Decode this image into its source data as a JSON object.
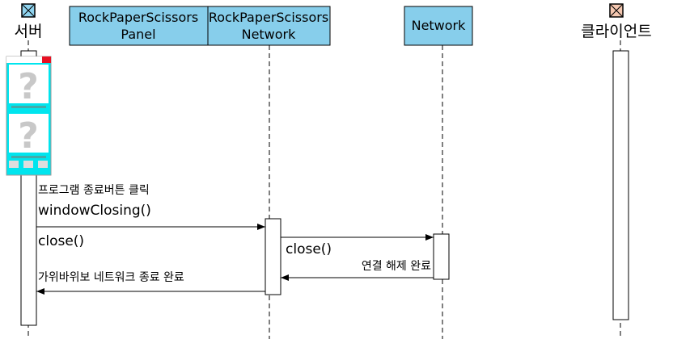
{
  "participants": [
    {
      "id": "server",
      "label": "서버",
      "kind": "actor-box",
      "color": "#8fd3ee"
    },
    {
      "id": "panel",
      "label_lines": [
        "RockPaperScissors",
        "Panel"
      ],
      "color": "#87ceeb"
    },
    {
      "id": "rpsnet",
      "label_lines": [
        "RockPaperScissors",
        "Network"
      ],
      "color": "#87ceeb"
    },
    {
      "id": "network",
      "label": "Network",
      "color": "#87ceeb"
    },
    {
      "id": "client",
      "label": "클라이언트",
      "kind": "actor-box",
      "color": "#f4c7b0"
    }
  ],
  "messages": [
    {
      "from": "server",
      "to": "rpsnet",
      "labels": [
        "프로그램 종료버튼 클릭",
        "windowClosing()"
      ],
      "below": "close()",
      "type": "call"
    },
    {
      "from": "rpsnet",
      "to": "network",
      "below": "close()",
      "type": "call"
    },
    {
      "from": "network",
      "to": "rpsnet",
      "label": "연결 해제 완료",
      "type": "return"
    },
    {
      "from": "rpsnet",
      "to": "server",
      "label": "가위바위보 네트워크 종료 완료",
      "type": "return"
    }
  ],
  "thumbnail": {
    "accent": "#00e5ee",
    "icon": "question-mark-icon"
  }
}
